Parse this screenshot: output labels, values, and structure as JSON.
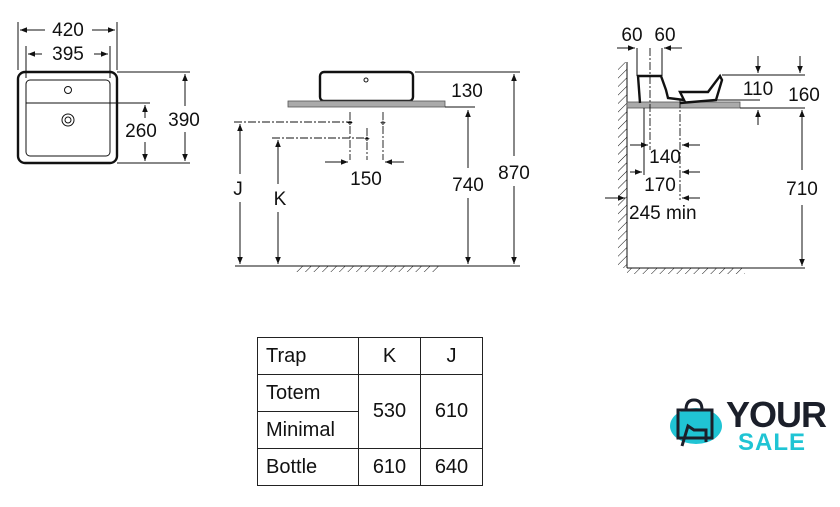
{
  "front_view": {
    "width_outer": "420",
    "width_inner": "395",
    "depth_tap": "260",
    "depth_total": "390"
  },
  "side_view": {
    "basin_height": "130",
    "counter_height": "740",
    "total_height": "870",
    "trap_offset": "150",
    "label_j": "J",
    "label_k": "K"
  },
  "profile_view": {
    "offset_a": "60",
    "offset_b": "60",
    "bowl_height": "110",
    "total_basin_height": "160",
    "dist_140": "140",
    "dist_170": "170",
    "dist_245": "245 min",
    "counter_height": "710"
  },
  "trap_table": {
    "headers": [
      "Trap",
      "K",
      "J"
    ],
    "rows": [
      {
        "trap": "Totem"
      },
      {
        "trap": "Minimal"
      },
      {
        "trap": "Bottle",
        "k": "610",
        "j": "640"
      }
    ],
    "merged_k": "530",
    "merged_j": "610"
  },
  "logo": {
    "line1": "YOUR",
    "line2": "SALE",
    "accent": "#20c4d4",
    "dark": "#1b1f2a"
  }
}
